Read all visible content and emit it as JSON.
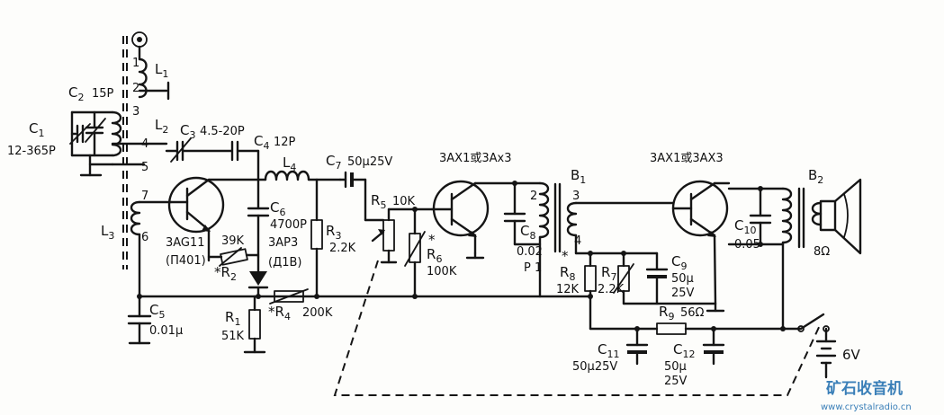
{
  "labels": {
    "L1": "L",
    "L1_sub": "1",
    "L1_pin1": "1",
    "L1_pin2": "2",
    "L1_pin3": "3",
    "L2": "L",
    "L2_sub": "2",
    "L2_pin4": "4",
    "L2_pin5": "5",
    "L3": "L",
    "L3_sub": "3",
    "L3_pin7": "7",
    "L3_pin6": "6",
    "C1": "C",
    "C1_sub": "1",
    "C1_val": "12-365P",
    "C2": "C",
    "C2_sub": "2",
    "C2_val": "15P",
    "C3": "C",
    "C3_sub": "3",
    "C3_val": "4.5-20P",
    "C4": "C",
    "C4_sub": "4",
    "C4_val": "12P",
    "L4": "L",
    "L4_sub": "4",
    "C7": "C",
    "C7_sub": "7",
    "C7_val": "50μ25V",
    "C6": "C",
    "C6_sub": "6",
    "C6_val": "4700P",
    "R3": "R",
    "R3_sub": "3",
    "R3_val": "2.2K",
    "T1_a": "3AG11",
    "T1_b": "(Π401)",
    "R2_val": "39K",
    "R2": "*R",
    "R2_sub": "2",
    "D1_a": "3AP3",
    "D1_b": "(Д1B)",
    "R5": "R",
    "R5_sub": "5",
    "R5_val": "10K",
    "R6_star": "*",
    "R6": "R",
    "R6_sub": "6",
    "R6_val": "100K",
    "T2": "3AX1或3Ax3",
    "C8": "C",
    "C8_sub": "8",
    "C8_val": "0.02",
    "B1": "B",
    "B1_sub": "1",
    "B1_pin2": "2",
    "B1_pin3": "3",
    "B1_pin4": "4",
    "B1_p1": "P 1",
    "R8_star": "*",
    "R8": "R",
    "R8_sub": "8",
    "R8_val": "12K",
    "R7": "R",
    "R7_sub": "7",
    "R7_val": "2.2K",
    "C9": "C",
    "C9_sub": "9",
    "C9_val1": "50μ",
    "C9_val2": "25V",
    "T3": "3AX1或3AX3",
    "C10": "C",
    "C10_sub": "10",
    "C10_val": "0.05",
    "B2": "B",
    "B2_sub": "2",
    "spk_val": "8Ω",
    "C5": "C",
    "C5_sub": "5",
    "C5_val": "0.01μ",
    "R1": "R",
    "R1_sub": "1",
    "R1_val": "51K",
    "R4": "*R",
    "R4_sub": "4",
    "R4_val": "200K",
    "R9": "R",
    "R9_sub": "9",
    "R9_val": "56Ω",
    "C11": "C",
    "C11_sub": "11",
    "C11_val": "50μ25V",
    "C12": "C",
    "C12_sub": "12",
    "C12_val1": "50μ",
    "C12_val2": "25V",
    "batt": "6V",
    "wm_cn": "矿石收音机",
    "wm_url": "www.crystalradio.cn"
  }
}
